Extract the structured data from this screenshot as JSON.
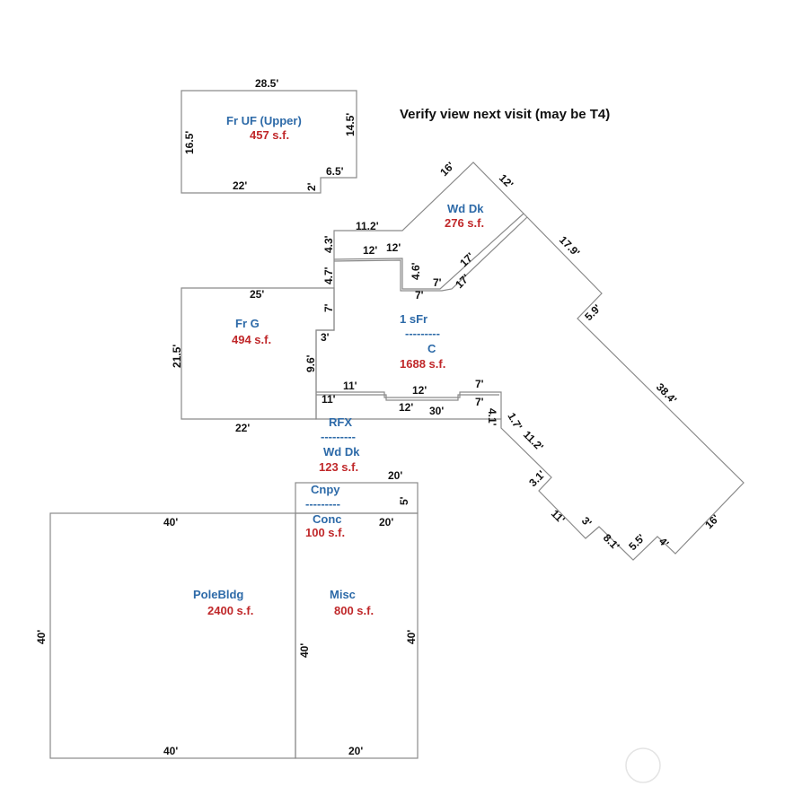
{
  "note": "Verify view next visit (may be T4)",
  "areas": {
    "fr_uf": {
      "name": "Fr UF  (Upper)",
      "area": "457 s.f."
    },
    "wd_dk_top": {
      "name": "Wd Dk",
      "area": "276 s.f."
    },
    "fr_g": {
      "name": "Fr   G",
      "area": "494 s.f."
    },
    "house": {
      "name": "1 sFr",
      "sep": "---------",
      "cls": "C",
      "area": "1688 s.f."
    },
    "rfx": {
      "name": "RFX",
      "sep": "---------",
      "sub": "Wd Dk",
      "area": "123 s.f."
    },
    "cnpy": {
      "name": "Cnpy",
      "sep": "---------",
      "sub": "Conc",
      "area": "100 s.f."
    },
    "pole": {
      "name": "PoleBldg",
      "area": "2400 s.f."
    },
    "misc": {
      "name": "Misc",
      "area": "800 s.f."
    }
  },
  "dims": {
    "uf_top": "28.5'",
    "uf_left": "16.5'",
    "uf_right": "14.5'",
    "uf_step": "6.5'",
    "uf_bottom": "22'",
    "uf_2": "2'",
    "d16": "16'",
    "d12": "12'",
    "d11_2": "11.2'",
    "d4_3": "4.3'",
    "d12a": "12'",
    "d12b": "12'",
    "d4_6": "4.6'",
    "d7a": "7'",
    "d7b": "7'",
    "d17a": "17'",
    "d17b": "17'",
    "d17_9": "17.9'",
    "d5_9": "5.9'",
    "d38_4": "38.4'",
    "d4_7": "4.7'",
    "d7c": "7'",
    "d3": "3'",
    "d9_6": "9.6'",
    "g_top": "25'",
    "g_left": "21.5'",
    "g_bottom": "22'",
    "r11a": "11'",
    "r11b": "11'",
    "r12a": "12'",
    "r12b": "12'",
    "r7a": "7'",
    "r7b": "7'",
    "r30": "30'",
    "r4_1": "4.1'",
    "s1_7": "1.7'",
    "s11_2": "11.2'",
    "s3_1": "3.1'",
    "s11": "11'",
    "s3": "3'",
    "s8_1": "8.1'",
    "s5_5": "5.5'",
    "s4": "4'",
    "s16": "16'",
    "c20": "20'",
    "c5": "5'",
    "c20b": "20'",
    "p40top": "40'",
    "p40left": "40'",
    "p40bottom": "40'",
    "m40left": "40'",
    "m40right": "40'",
    "m20bottom": "20'"
  }
}
